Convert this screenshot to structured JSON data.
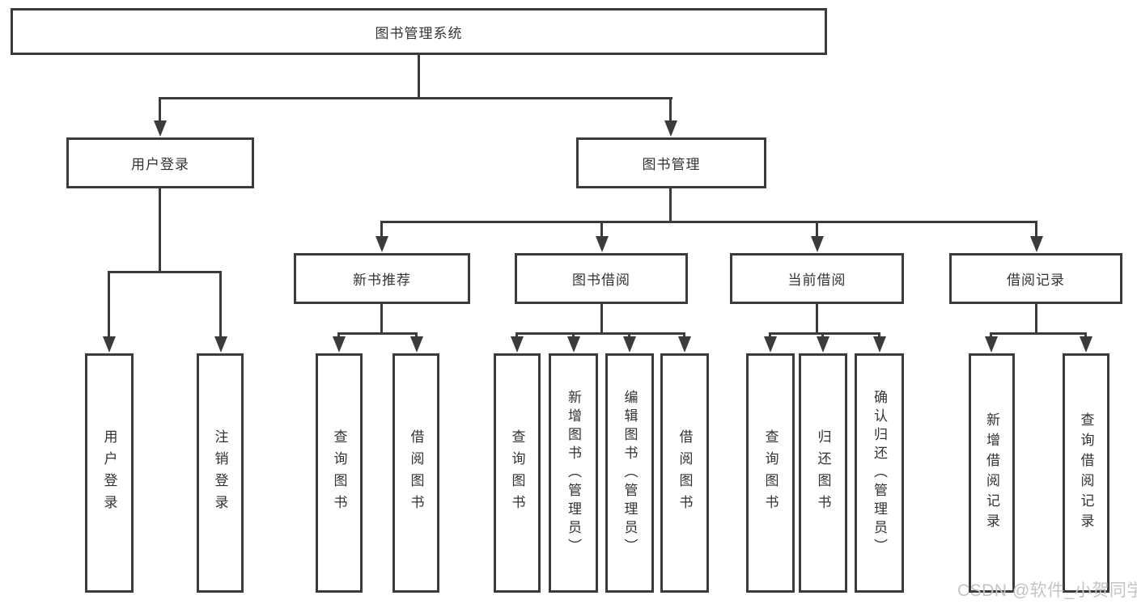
{
  "diagram": {
    "root": {
      "label": "图书管理系统"
    },
    "level2": [
      {
        "label": "用户登录"
      },
      {
        "label": "图书管理"
      }
    ],
    "level3": [
      {
        "label": "新书推荐"
      },
      {
        "label": "图书借阅"
      },
      {
        "label": "当前借阅"
      },
      {
        "label": "借阅记录"
      }
    ],
    "leaves": {
      "user_login": [
        "用户登录",
        "注销登录"
      ],
      "new_book": [
        "查询图书",
        "借阅图书"
      ],
      "book_borrow": [
        "查询图书",
        "新增图书（管理员）",
        "编辑图书（管理员）",
        "借阅图书"
      ],
      "current_borrow": [
        "查询图书",
        "归还图书",
        "确认归还（管理员）"
      ],
      "borrow_record": [
        "新增借阅记录",
        "查询借阅记录"
      ]
    }
  },
  "watermark": {
    "text": "CSDN @软件_小贺同学"
  },
  "colors": {
    "line": "#3b3b3b",
    "text": "#333333",
    "watermark": "#c4c4c4",
    "background": "#ffffff"
  }
}
